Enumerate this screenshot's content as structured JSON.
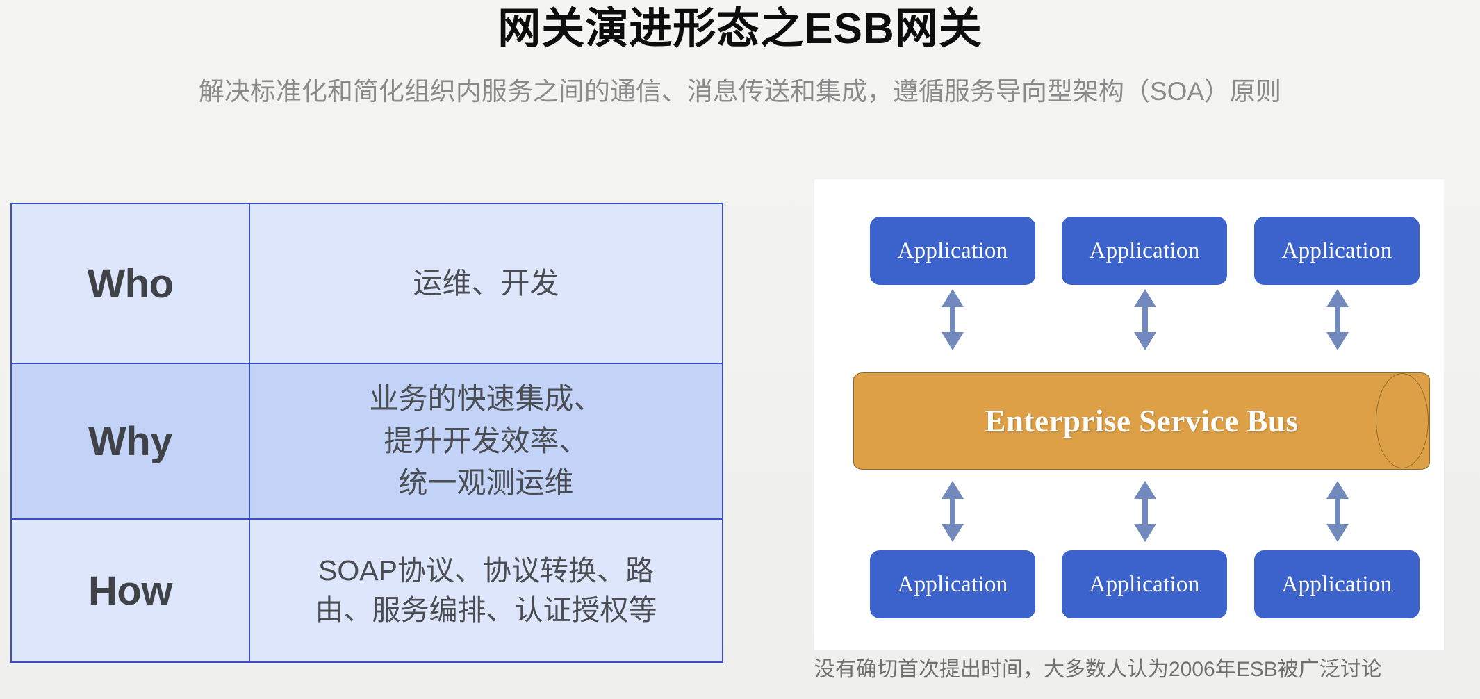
{
  "slide": {
    "title": "网关演进形态之ESB网关",
    "subtitle": "解决标准化和简化组织内服务之间的通信、消息传送和集成，遵循服务导向型架构（SOA）原则"
  },
  "table": {
    "rows": [
      {
        "key": "Who",
        "value": "运维、开发"
      },
      {
        "key": "Why",
        "value": "业务的快速集成、\n提升开发效率、\n统一观测运维"
      },
      {
        "key": "How",
        "value": "SOAP协议、协议转换、路\n由、服务编排、认证授权等"
      }
    ]
  },
  "diagram": {
    "bus_label": "Enterprise Service Bus",
    "apps_top": [
      "Application",
      "Application",
      "Application"
    ],
    "apps_bottom": [
      "Application",
      "Application",
      "Application"
    ],
    "caption": "没有确切首次提出时间，大多数人认为2006年ESB被广泛讨论",
    "colors": {
      "app_box": "#3c63cc",
      "bus_fill": "#dda047",
      "bus_stroke": "#8d6b2d",
      "arrow": "#7289bd",
      "table_border": "#3b4fc4",
      "row_light": "#dde6fb",
      "row_dark": "#c3d3f7"
    }
  }
}
